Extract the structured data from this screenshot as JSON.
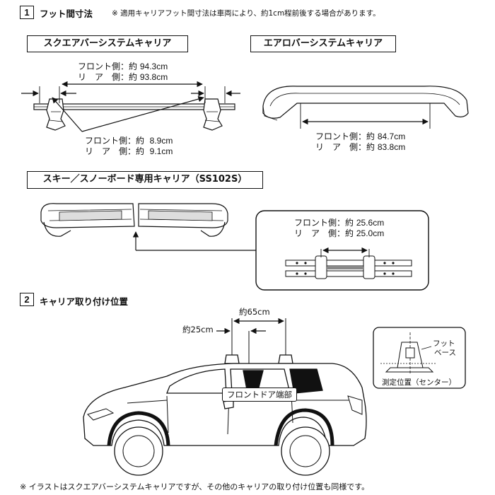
{
  "section1": {
    "number": "1",
    "title": "フット間寸法",
    "note": "※ 適用キャリアフット間寸法は車両により、約1cm程前後する場合があります。"
  },
  "square_bar": {
    "title": "スクエアバーシステムキャリア",
    "front_outer_label": "フロント側：約",
    "front_outer_value": "94.3cm",
    "rear_outer_label": "リ　ア　側：約",
    "rear_outer_value": "93.8cm",
    "front_inner_label": "フロント側：約",
    "front_inner_value": "8.9cm",
    "rear_inner_label": "リ　ア　側：約",
    "rear_inner_value": "9.1cm"
  },
  "aero_bar": {
    "title": "エアロバーシステムキャリア",
    "front_label": "フロント側：約",
    "front_value": "84.7cm",
    "rear_label": "リ　ア　側：約",
    "rear_value": "83.8cm"
  },
  "ski": {
    "title": "スキー／スノーボード専用キャリア（SS102S）",
    "front_label": "フロント側：約",
    "front_value": "25.6cm",
    "rear_label": "リ　ア　側：約",
    "rear_value": "25.0cm"
  },
  "section2": {
    "number": "2",
    "title": "キャリア取り付け位置",
    "dim_65": "約65cm",
    "dim_25": "約25cm",
    "door_label": "フロントドア端部",
    "foot_label_1": "フット",
    "foot_label_2": "ベース",
    "measure_label": "測定位置（センター）"
  },
  "footer": {
    "note": "※ イラストはスクエアバーシステムキャリアですが、その他のキャリアの取り付け位置も同様です。"
  }
}
